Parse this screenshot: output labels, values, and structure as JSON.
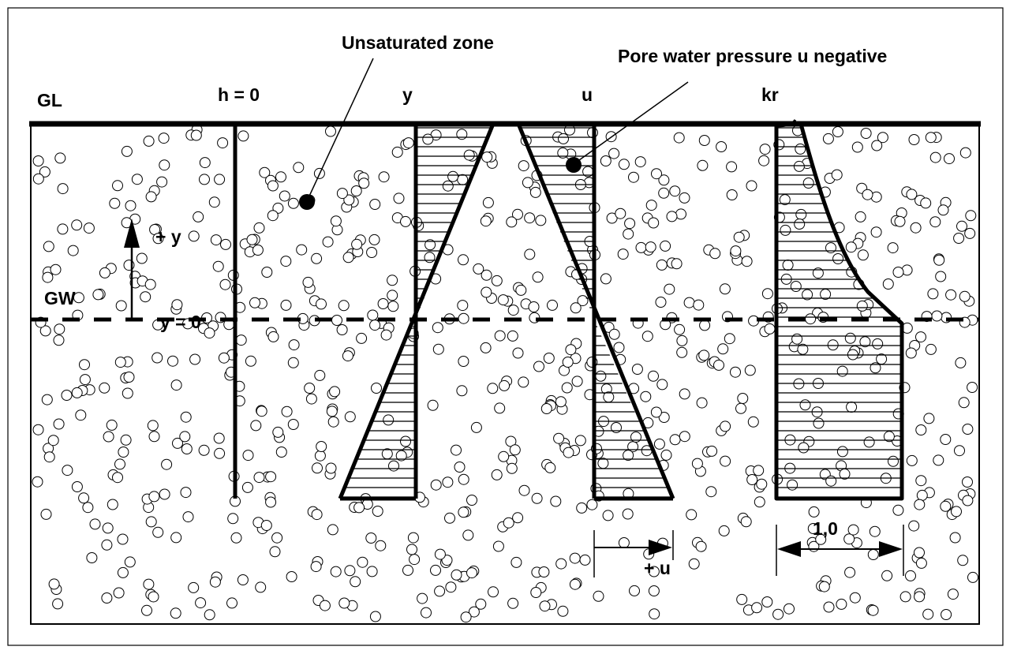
{
  "labels": {
    "unsaturated_zone": "Unsaturated zone",
    "pore_pressure_note": "Pore water pressure u negative",
    "ground_level": "GL",
    "head_zero": "h = 0",
    "elevation_axis": "y",
    "pressure_axis": "u",
    "relative_permeability": "kr",
    "plus_y": "+ y",
    "groundwater": "GW",
    "y_zero": "y = 0",
    "plus_u": "+ u",
    "kr_unit": "1,0"
  },
  "colors": {
    "line": "#000000",
    "background": "#ffffff"
  }
}
